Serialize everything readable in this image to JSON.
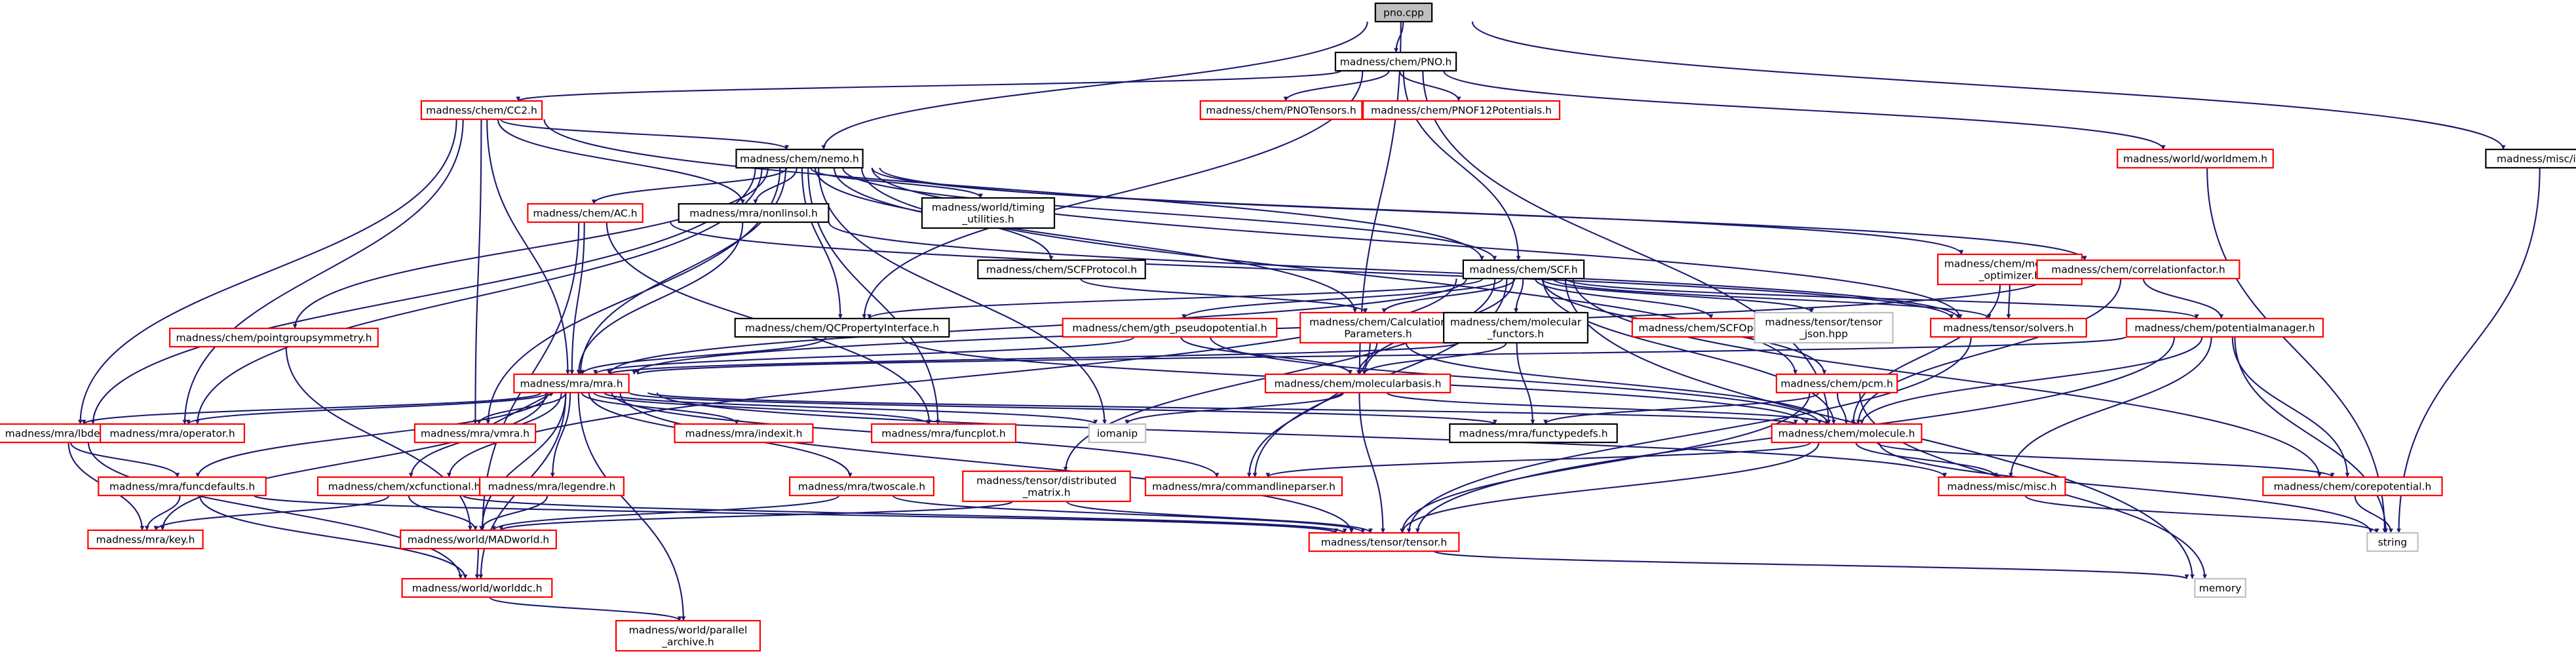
{
  "colors": {
    "edge": "#191970",
    "border_default": "#000000",
    "border_incomplete": "#ff0000",
    "border_system": "#bfbfbf",
    "root_fill": "#bfbfbf",
    "fill": "#ffffff"
  },
  "nodes": [
    {
      "id": "pno_cpp",
      "lines": [
        "pno.cpp"
      ],
      "kind": "root"
    },
    {
      "id": "pno_h",
      "lines": [
        "madness/chem/PNO.h"
      ],
      "kind": "default"
    },
    {
      "id": "cc2_h",
      "lines": [
        "madness/chem/CC2.h"
      ],
      "kind": "incomplete"
    },
    {
      "id": "pnotensors_h",
      "lines": [
        "madness/chem/PNOTensors.h"
      ],
      "kind": "incomplete"
    },
    {
      "id": "pnof12_h",
      "lines": [
        "madness/chem/PNOF12Potentials.h"
      ],
      "kind": "incomplete"
    },
    {
      "id": "worldmem_h",
      "lines": [
        "madness/world/worldmem.h"
      ],
      "kind": "incomplete"
    },
    {
      "id": "info_h",
      "lines": [
        "madness/misc/info.h"
      ],
      "kind": "default"
    },
    {
      "id": "nemo_h",
      "lines": [
        "madness/chem/nemo.h"
      ],
      "kind": "default"
    },
    {
      "id": "ac_h",
      "lines": [
        "madness/chem/AC.h"
      ],
      "kind": "incomplete"
    },
    {
      "id": "nonlinsol_h",
      "lines": [
        "madness/mra/nonlinsol.h"
      ],
      "kind": "default"
    },
    {
      "id": "timing_h",
      "lines": [
        "madness/world/timing",
        "_utilities.h"
      ],
      "kind": "default"
    },
    {
      "id": "scfprotocol_h",
      "lines": [
        "madness/chem/SCFProtocol.h"
      ],
      "kind": "default"
    },
    {
      "id": "molopt_h",
      "lines": [
        "madness/chem/molecular",
        "_optimizer.h"
      ],
      "kind": "incomplete"
    },
    {
      "id": "corrfactor_h",
      "lines": [
        "madness/chem/correlationfactor.h"
      ],
      "kind": "incomplete"
    },
    {
      "id": "scf_h",
      "lines": [
        "madness/chem/SCF.h"
      ],
      "kind": "default"
    },
    {
      "id": "pointgroup_h",
      "lines": [
        "madness/chem/pointgroupsymmetry.h"
      ],
      "kind": "incomplete"
    },
    {
      "id": "qcprop_h",
      "lines": [
        "madness/chem/QCPropertyInterface.h"
      ],
      "kind": "default"
    },
    {
      "id": "gthpseudo_h",
      "lines": [
        "madness/chem/gth_pseudopotential.h"
      ],
      "kind": "incomplete"
    },
    {
      "id": "calcparams_h",
      "lines": [
        "madness/chem/Calculation",
        "Parameters.h"
      ],
      "kind": "incomplete"
    },
    {
      "id": "molfunctors_h",
      "lines": [
        "madness/chem/molecular",
        "_functors.h"
      ],
      "kind": "default"
    },
    {
      "id": "scfoperators_h",
      "lines": [
        "madness/chem/SCFOperators.h"
      ],
      "kind": "incomplete"
    },
    {
      "id": "tensorjson_hpp",
      "lines": [
        "madness/tensor/tensor",
        "_json.hpp"
      ],
      "kind": "system"
    },
    {
      "id": "solvers_h",
      "lines": [
        "madness/tensor/solvers.h"
      ],
      "kind": "incomplete"
    },
    {
      "id": "potmanager_h",
      "lines": [
        "madness/chem/potentialmanager.h"
      ],
      "kind": "incomplete"
    },
    {
      "id": "mra_h",
      "lines": [
        "madness/mra/mra.h"
      ],
      "kind": "incomplete"
    },
    {
      "id": "molbasis_h",
      "lines": [
        "madness/chem/molecularbasis.h"
      ],
      "kind": "incomplete"
    },
    {
      "id": "pcm_h",
      "lines": [
        "madness/chem/pcm.h"
      ],
      "kind": "incomplete"
    },
    {
      "id": "lbdeux_h",
      "lines": [
        "madness/mra/lbdeux.h"
      ],
      "kind": "incomplete"
    },
    {
      "id": "operator_h",
      "lines": [
        "madness/mra/operator.h"
      ],
      "kind": "incomplete"
    },
    {
      "id": "vmra_h",
      "lines": [
        "madness/mra/vmra.h"
      ],
      "kind": "incomplete"
    },
    {
      "id": "indexit_h",
      "lines": [
        "madness/mra/indexit.h"
      ],
      "kind": "incomplete"
    },
    {
      "id": "funcplot_h",
      "lines": [
        "madness/mra/funcplot.h"
      ],
      "kind": "incomplete"
    },
    {
      "id": "iomanip",
      "lines": [
        "iomanip"
      ],
      "kind": "system"
    },
    {
      "id": "functypedefs_h",
      "lines": [
        "madness/mra/functypedefs.h"
      ],
      "kind": "default"
    },
    {
      "id": "molecule_h",
      "lines": [
        "madness/chem/molecule.h"
      ],
      "kind": "incomplete"
    },
    {
      "id": "funcdefaults_h",
      "lines": [
        "madness/mra/funcdefaults.h"
      ],
      "kind": "incomplete"
    },
    {
      "id": "xcfunctional_h",
      "lines": [
        "madness/chem/xcfunctional.h"
      ],
      "kind": "incomplete"
    },
    {
      "id": "legendre_h",
      "lines": [
        "madness/mra/legendre.h"
      ],
      "kind": "incomplete"
    },
    {
      "id": "twoscale_h",
      "lines": [
        "madness/mra/twoscale.h"
      ],
      "kind": "incomplete"
    },
    {
      "id": "distmatrix_h",
      "lines": [
        "madness/tensor/distributed",
        "_matrix.h"
      ],
      "kind": "incomplete"
    },
    {
      "id": "cmdparser_h",
      "lines": [
        "madness/mra/commandlineparser.h"
      ],
      "kind": "incomplete"
    },
    {
      "id": "misc_h",
      "lines": [
        "madness/misc/misc.h"
      ],
      "kind": "incomplete"
    },
    {
      "id": "corepotential_h",
      "lines": [
        "madness/chem/corepotential.h"
      ],
      "kind": "incomplete"
    },
    {
      "id": "string",
      "lines": [
        "string"
      ],
      "kind": "system"
    },
    {
      "id": "key_h",
      "lines": [
        "madness/mra/key.h"
      ],
      "kind": "incomplete"
    },
    {
      "id": "madworld_h",
      "lines": [
        "madness/world/MADworld.h"
      ],
      "kind": "incomplete"
    },
    {
      "id": "tensor_h",
      "lines": [
        "madness/tensor/tensor.h"
      ],
      "kind": "incomplete"
    },
    {
      "id": "memory",
      "lines": [
        "memory"
      ],
      "kind": "system"
    },
    {
      "id": "worlddc_h",
      "lines": [
        "madness/world/worlddc.h"
      ],
      "kind": "incomplete"
    },
    {
      "id": "parallelarchive_h",
      "lines": [
        "madness/world/parallel",
        "_archive.h"
      ],
      "kind": "incomplete"
    }
  ],
  "edges": [
    [
      "pno_cpp",
      "pno_h"
    ],
    [
      "pno_cpp",
      "nemo_h"
    ],
    [
      "pno_cpp",
      "info_h"
    ],
    [
      "pno_cpp",
      "molbasis_h"
    ],
    [
      "pno_h",
      "cc2_h"
    ],
    [
      "pno_h",
      "pnotensors_h"
    ],
    [
      "pno_h",
      "pnof12_h"
    ],
    [
      "pno_h",
      "worldmem_h"
    ],
    [
      "pno_h",
      "scf_h"
    ],
    [
      "pno_h",
      "molecule_h"
    ],
    [
      "pno_h",
      "qcprop_h"
    ],
    [
      "cc2_h",
      "nemo_h"
    ],
    [
      "cc2_h",
      "scf_h"
    ],
    [
      "cc2_h",
      "nonlinsol_h"
    ],
    [
      "cc2_h",
      "mra_h"
    ],
    [
      "cc2_h",
      "vmra_h"
    ],
    [
      "cc2_h",
      "lbdeux_h"
    ],
    [
      "cc2_h",
      "operator_h"
    ],
    [
      "worldmem_h",
      "string"
    ],
    [
      "info_h",
      "string"
    ],
    [
      "nemo_h",
      "ac_h"
    ],
    [
      "nemo_h",
      "nonlinsol_h"
    ],
    [
      "nemo_h",
      "timing_h"
    ],
    [
      "nemo_h",
      "scfprotocol_h"
    ],
    [
      "nemo_h",
      "molopt_h"
    ],
    [
      "nemo_h",
      "corrfactor_h"
    ],
    [
      "nemo_h",
      "scf_h"
    ],
    [
      "nemo_h",
      "pointgroup_h"
    ],
    [
      "nemo_h",
      "qcprop_h"
    ],
    [
      "nemo_h",
      "calcparams_h"
    ],
    [
      "nemo_h",
      "mra_h"
    ],
    [
      "nemo_h",
      "lbdeux_h"
    ],
    [
      "nemo_h",
      "operator_h"
    ],
    [
      "nemo_h",
      "vmra_h"
    ],
    [
      "nemo_h",
      "funcplot_h"
    ],
    [
      "nemo_h",
      "pcm_h"
    ],
    [
      "nemo_h",
      "iomanip"
    ],
    [
      "nemo_h",
      "solvers_h"
    ],
    [
      "ac_h",
      "mra_h"
    ],
    [
      "ac_h",
      "madworld_h"
    ],
    [
      "ac_h",
      "funcplot_h"
    ],
    [
      "ac_h",
      "solvers_h"
    ],
    [
      "nonlinsol_h",
      "mra_h"
    ],
    [
      "nonlinsol_h",
      "solvers_h"
    ],
    [
      "scfprotocol_h",
      "calcparams_h"
    ],
    [
      "molopt_h",
      "solvers_h"
    ],
    [
      "molopt_h",
      "molecule_h"
    ],
    [
      "corrfactor_h",
      "potmanager_h"
    ],
    [
      "corrfactor_h",
      "molecule_h"
    ],
    [
      "corrfactor_h",
      "mra_h"
    ],
    [
      "scf_h",
      "qcprop_h"
    ],
    [
      "scf_h",
      "gthpseudo_h"
    ],
    [
      "scf_h",
      "calcparams_h"
    ],
    [
      "scf_h",
      "molfunctors_h"
    ],
    [
      "scf_h",
      "scfoperators_h"
    ],
    [
      "scf_h",
      "tensorjson_hpp"
    ],
    [
      "scf_h",
      "solvers_h"
    ],
    [
      "scf_h",
      "potmanager_h"
    ],
    [
      "scf_h",
      "mra_h"
    ],
    [
      "scf_h",
      "molbasis_h"
    ],
    [
      "scf_h",
      "pcm_h"
    ],
    [
      "scf_h",
      "molecule_h"
    ],
    [
      "scf_h",
      "distmatrix_h"
    ],
    [
      "scf_h",
      "xcfunctional_h"
    ],
    [
      "scf_h",
      "cmdparser_h"
    ],
    [
      "scf_h",
      "corepotential_h"
    ],
    [
      "scf_h",
      "memory"
    ],
    [
      "pointgroup_h",
      "madworld_h"
    ],
    [
      "qcprop_h",
      "mra_h"
    ],
    [
      "qcprop_h",
      "molecule_h"
    ],
    [
      "gthpseudo_h",
      "mra_h"
    ],
    [
      "gthpseudo_h",
      "molbasis_h"
    ],
    [
      "gthpseudo_h",
      "molecule_h"
    ],
    [
      "calcparams_h",
      "molbasis_h"
    ],
    [
      "calcparams_h",
      "molecule_h"
    ],
    [
      "calcparams_h",
      "cmdparser_h"
    ],
    [
      "molfunctors_h",
      "molbasis_h"
    ],
    [
      "molfunctors_h",
      "functypedefs_h"
    ],
    [
      "molfunctors_h",
      "mra_h"
    ],
    [
      "solvers_h",
      "tensor_h"
    ],
    [
      "potmanager_h",
      "mra_h"
    ],
    [
      "potmanager_h",
      "molecule_h"
    ],
    [
      "potmanager_h",
      "corepotential_h"
    ],
    [
      "potmanager_h",
      "misc_h"
    ],
    [
      "potmanager_h",
      "tensor_h"
    ],
    [
      "potmanager_h",
      "string"
    ],
    [
      "mra_h",
      "lbdeux_h"
    ],
    [
      "mra_h",
      "operator_h"
    ],
    [
      "mra_h",
      "vmra_h"
    ],
    [
      "mra_h",
      "indexit_h"
    ],
    [
      "mra_h",
      "funcplot_h"
    ],
    [
      "mra_h",
      "iomanip"
    ],
    [
      "mra_h",
      "functypedefs_h"
    ],
    [
      "mra_h",
      "molecule_h"
    ],
    [
      "mra_h",
      "funcdefaults_h"
    ],
    [
      "mra_h",
      "xcfunctional_h"
    ],
    [
      "mra_h",
      "legendre_h"
    ],
    [
      "mra_h",
      "twoscale_h"
    ],
    [
      "mra_h",
      "madworld_h"
    ],
    [
      "mra_h",
      "tensor_h"
    ],
    [
      "mra_h",
      "worlddc_h"
    ],
    [
      "mra_h",
      "misc_h"
    ],
    [
      "mra_h",
      "key_h"
    ],
    [
      "mra_h",
      "parallelarchive_h"
    ],
    [
      "mra_h",
      "cmdparser_h"
    ],
    [
      "molbasis_h",
      "tensor_h"
    ],
    [
      "molbasis_h",
      "molecule_h"
    ],
    [
      "molbasis_h",
      "iomanip"
    ],
    [
      "pcm_h",
      "molecule_h"
    ],
    [
      "pcm_h",
      "tensor_h"
    ],
    [
      "pcm_h",
      "functypedefs_h"
    ],
    [
      "pcm_h",
      "memory"
    ],
    [
      "lbdeux_h",
      "funcdefaults_h"
    ],
    [
      "lbdeux_h",
      "key_h"
    ],
    [
      "lbdeux_h",
      "worlddc_h"
    ],
    [
      "vmra_h",
      "mra_h"
    ],
    [
      "molecule_h",
      "corepotential_h"
    ],
    [
      "molecule_h",
      "misc_h"
    ],
    [
      "molecule_h",
      "tensor_h"
    ],
    [
      "molecule_h",
      "cmdparser_h"
    ],
    [
      "molecule_h",
      "string"
    ],
    [
      "funcdefaults_h",
      "key_h"
    ],
    [
      "funcdefaults_h",
      "worlddc_h"
    ],
    [
      "funcdefaults_h",
      "tensor_h"
    ],
    [
      "xcfunctional_h",
      "madworld_h"
    ],
    [
      "xcfunctional_h",
      "tensor_h"
    ],
    [
      "xcfunctional_h",
      "key_h"
    ],
    [
      "legendre_h",
      "madworld_h"
    ],
    [
      "twoscale_h",
      "madworld_h"
    ],
    [
      "twoscale_h",
      "tensor_h"
    ],
    [
      "distmatrix_h",
      "madworld_h"
    ],
    [
      "distmatrix_h",
      "tensor_h"
    ],
    [
      "misc_h",
      "string"
    ],
    [
      "corepotential_h",
      "string"
    ],
    [
      "madworld_h",
      "worlddc_h"
    ],
    [
      "tensor_h",
      "memory"
    ],
    [
      "worlddc_h",
      "parallelarchive_h"
    ]
  ]
}
